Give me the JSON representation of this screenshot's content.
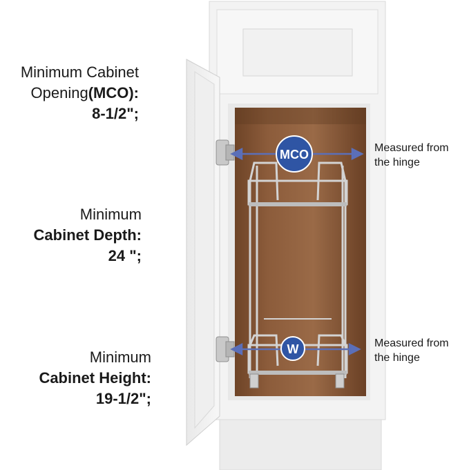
{
  "specs": {
    "opening": {
      "line1": "Minimum Cabinet",
      "line2_normal": "Opening",
      "line2_bold": "(MCO):",
      "value": "8-1/2\";"
    },
    "depth": {
      "line1": "Minimum",
      "line2": "Cabinet Depth:",
      "value": "24 \";"
    },
    "height": {
      "line1": "Minimum",
      "line2": "Cabinet Height:",
      "value": "19-1/2\";"
    }
  },
  "callouts": {
    "top": {
      "badge": "MCO",
      "line1": "Measured from",
      "line2": "the hinge"
    },
    "bottom": {
      "badge": "W",
      "line1": "Measured from",
      "line2": "the hinge"
    }
  },
  "colors": {
    "badge": "#2f55a4",
    "arrow": "#5b6fb8",
    "cabinet_interior": "#8a5a3a",
    "cabinet_white": "#f2f2f2"
  }
}
